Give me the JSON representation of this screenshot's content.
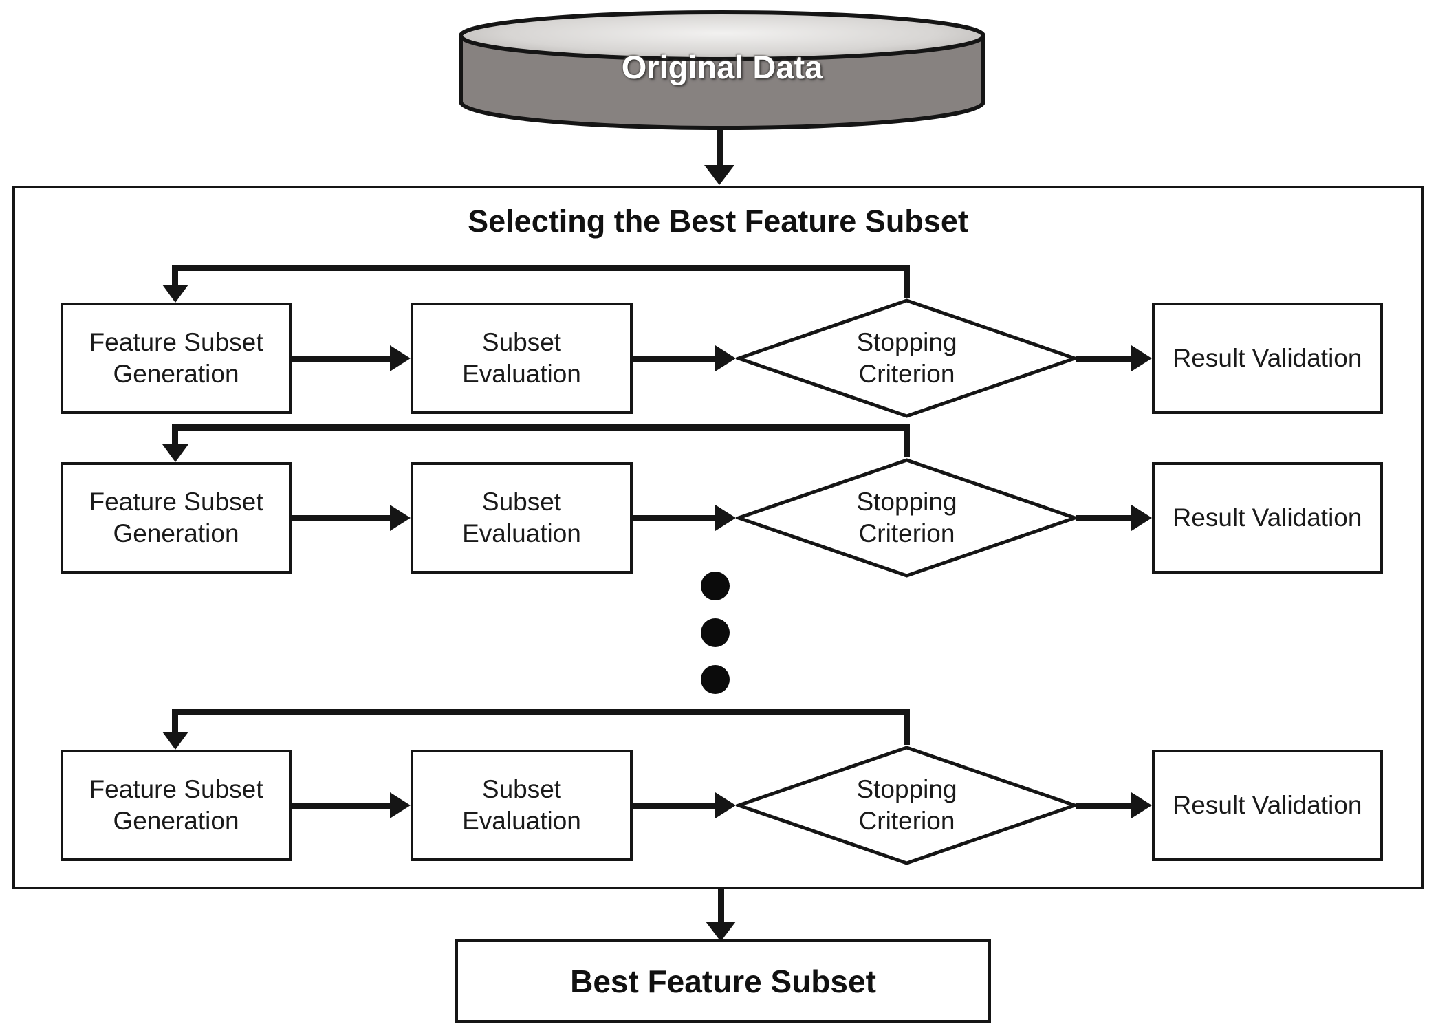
{
  "source": {
    "label": "Original Data"
  },
  "process": {
    "title": "Selecting the Best Feature Subset",
    "rows": [
      {
        "generation": "Feature Subset\nGeneration",
        "evaluation": "Subset\nEvaluation",
        "stopping": "Stopping\nCriterion",
        "validation": "Result Validation"
      },
      {
        "generation": "Feature Subset\nGeneration",
        "evaluation": "Subset\nEvaluation",
        "stopping": "Stopping\nCriterion",
        "validation": "Result Validation"
      },
      {
        "generation": "Feature Subset\nGeneration",
        "evaluation": "Subset\nEvaluation",
        "stopping": "Stopping\nCriterion",
        "validation": "Result Validation"
      }
    ],
    "ellipsis_dot_count": 3
  },
  "sink": {
    "label": "Best Feature Subset"
  },
  "colors": {
    "line": "#151515",
    "box_fill": "#ffffff",
    "cylinder_body": "#878280",
    "cylinder_top_edge": "#a09c99",
    "cylinder_top_highlight": "#f2f1f0",
    "text": "#1a1a1a",
    "background": "#ffffff"
  }
}
